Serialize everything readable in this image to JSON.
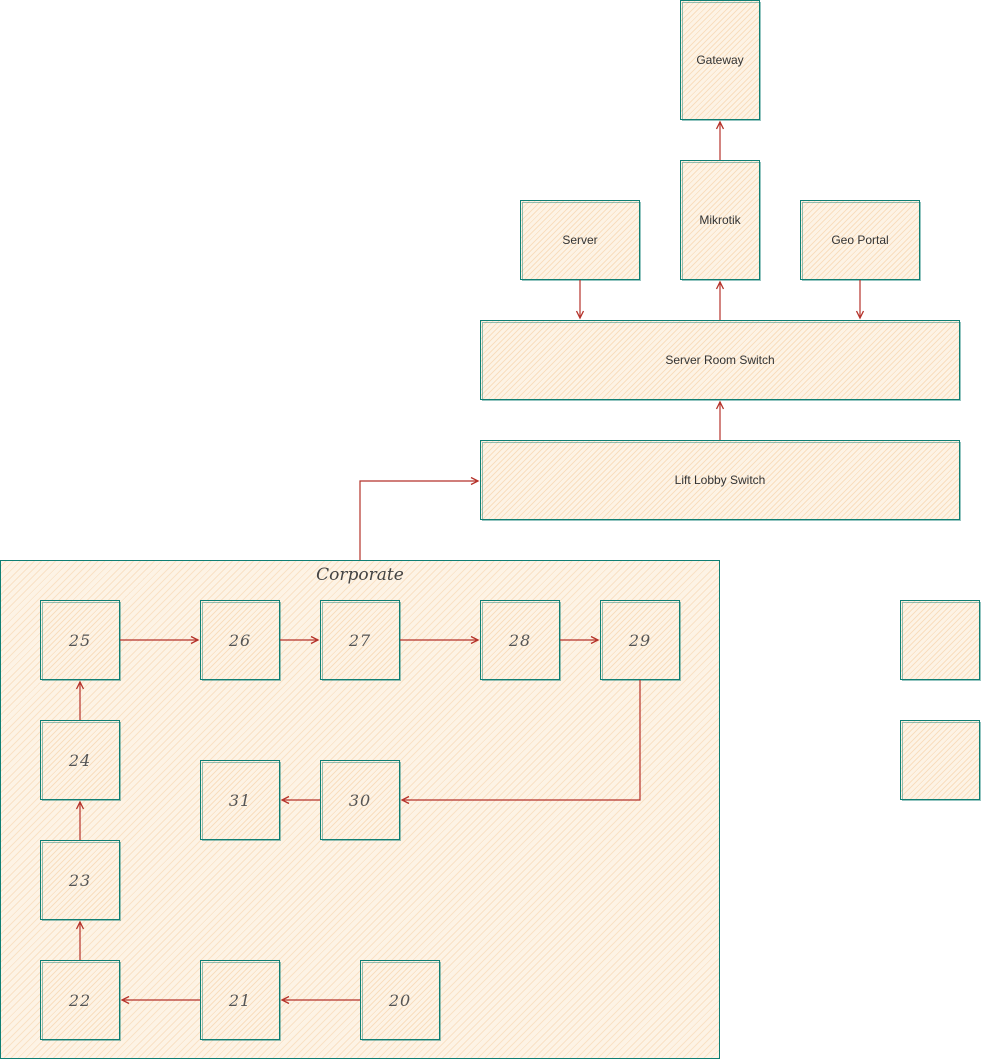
{
  "nodes": {
    "gateway": "Gateway",
    "mikrotik": "Mikrotik",
    "server": "Server",
    "geo_portal": "Geo Portal",
    "server_room_switch": "Server Room Switch",
    "lift_lobby_switch": "Lift Lobby Switch"
  },
  "corporate": {
    "title": "Corporate",
    "nodes": [
      "20",
      "21",
      "22",
      "23",
      "24",
      "25",
      "26",
      "27",
      "28",
      "29",
      "30",
      "31"
    ]
  },
  "colors": {
    "stroke": "#0f7f74",
    "fill": "#fdf3e5",
    "hatch": "#f5cda0",
    "arrow": "#b5322a"
  }
}
